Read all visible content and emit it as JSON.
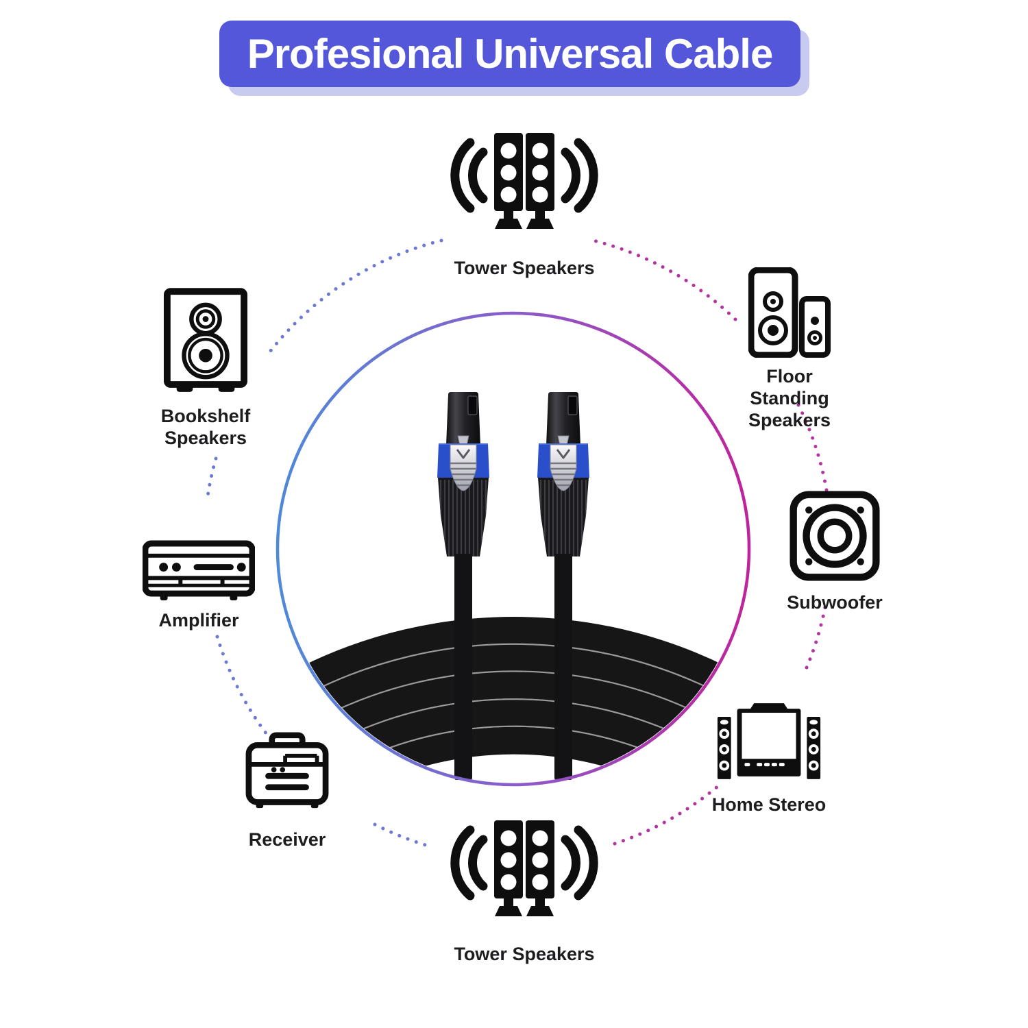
{
  "banner": {
    "label": "Profesional Universal Cable"
  },
  "hero": {
    "description": "Black speaker cable with two Speakon connectors with blue locking rings and a coiled cable inside a gradient circle"
  },
  "stations": [
    {
      "id": "tower-speakers-top",
      "label": "Tower Speakers",
      "icon": "tower-speakers-icon"
    },
    {
      "id": "floor-standing-speakers",
      "label": "Floor Standing Speakers",
      "icon": "floor-standing-speakers-icon"
    },
    {
      "id": "subwoofer",
      "label": "Subwoofer",
      "icon": "subwoofer-icon"
    },
    {
      "id": "home-stereo",
      "label": "Home Stereo",
      "icon": "home-stereo-icon"
    },
    {
      "id": "tower-speakers-bottom",
      "label": "Tower Speakers",
      "icon": "tower-speakers-icon"
    },
    {
      "id": "receiver",
      "label": "Receiver",
      "icon": "receiver-icon"
    },
    {
      "id": "amplifier",
      "label": "Amplifier",
      "icon": "amplifier-icon"
    },
    {
      "id": "bookshelf-speakers",
      "label": "Bookshelf Speakers",
      "icon": "bookshelf-speakers-icon"
    }
  ],
  "colors": {
    "banner_background": "#5457d9",
    "banner_shadow": "#c9caf0",
    "title_text": "#ffffff",
    "ring_gradient_left": "#4e8ad8",
    "ring_gradient_right": "#c0229b",
    "dotted_arc_blue": "#6b79d3",
    "dotted_arc_magenta": "#b2359f",
    "icon_color": "#0e0e0e",
    "label_color": "#1d1d1f",
    "connector_blue_ring": "#2a4fca"
  }
}
